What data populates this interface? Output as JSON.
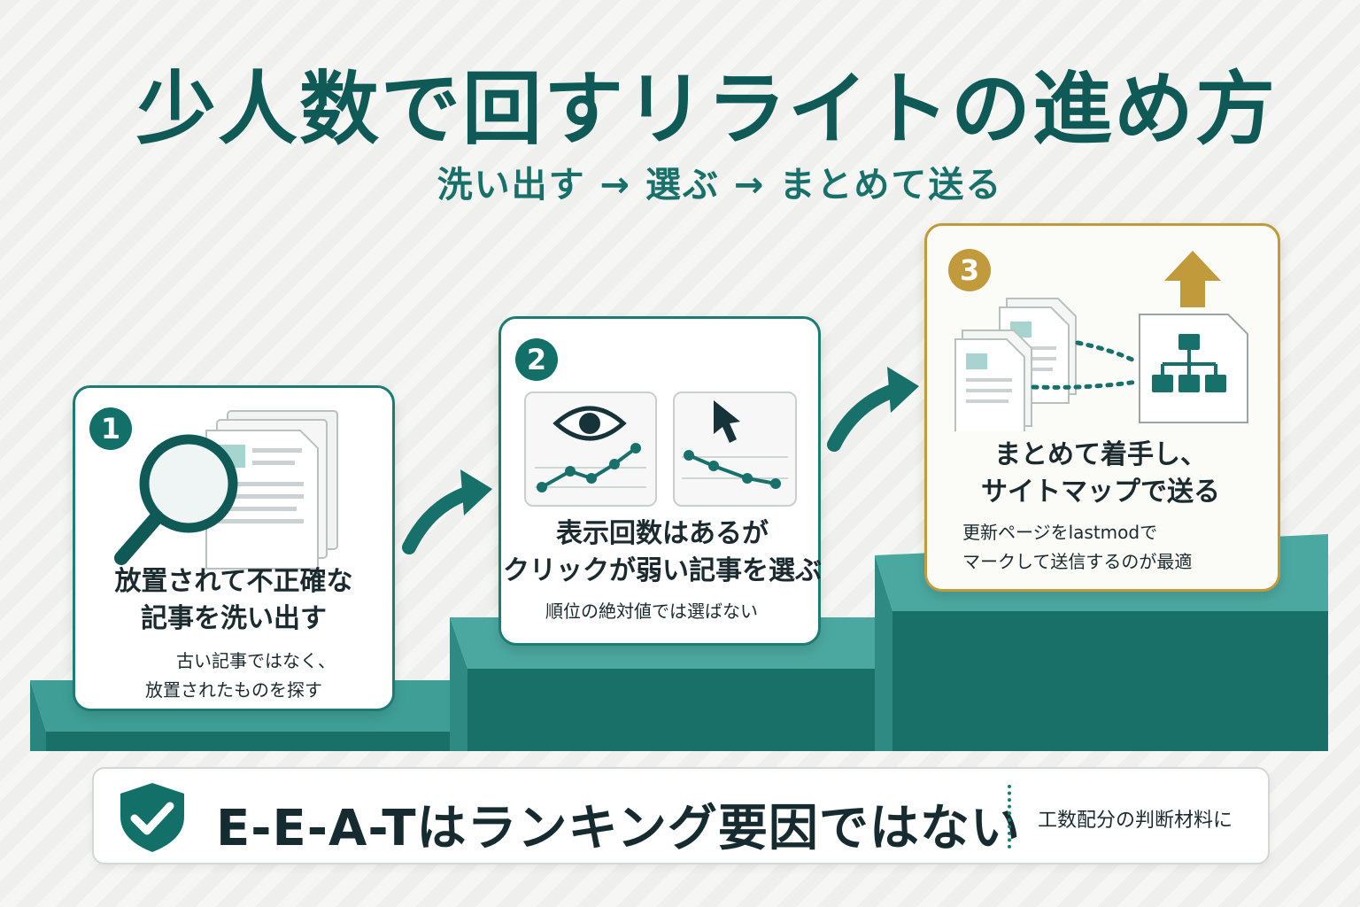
{
  "header": {
    "title": "少人数で回すリライトの進め方",
    "subtitle": "洗い出す → 選ぶ → まとめて送る"
  },
  "steps": [
    {
      "number": "1",
      "title_line1": "放置されて不正確な",
      "title_line2": "記事を洗い出す",
      "note_line1": "古い記事ではなく、",
      "note_line2": "放置されたものを探す"
    },
    {
      "number": "2",
      "title_line1": "表示回数はあるが",
      "title_line2": "クリックが弱い記事を選ぶ",
      "note_line1": "順位の絶対値では選ばない"
    },
    {
      "number": "3",
      "title_line1": "まとめて着手し、",
      "title_line2": "サイトマップで送る",
      "note_line1": "更新ページをlastmodで",
      "note_line2": "マークして送信するのが最適"
    }
  ],
  "callout": {
    "main_text": "E-E-A-Tはランキング要因ではない",
    "note": "工数配分の判断材料に"
  },
  "colors": {
    "teal_dark": "#0f5a56",
    "teal": "#137068",
    "teal_light": "#4ba8a0",
    "gold": "#c19a3b"
  },
  "icons": [
    "magnifier-icon",
    "documents-icon",
    "eye-icon",
    "cursor-icon",
    "sitemap-icon",
    "up-arrow-icon",
    "shield-check-icon",
    "curved-arrow-icon"
  ]
}
